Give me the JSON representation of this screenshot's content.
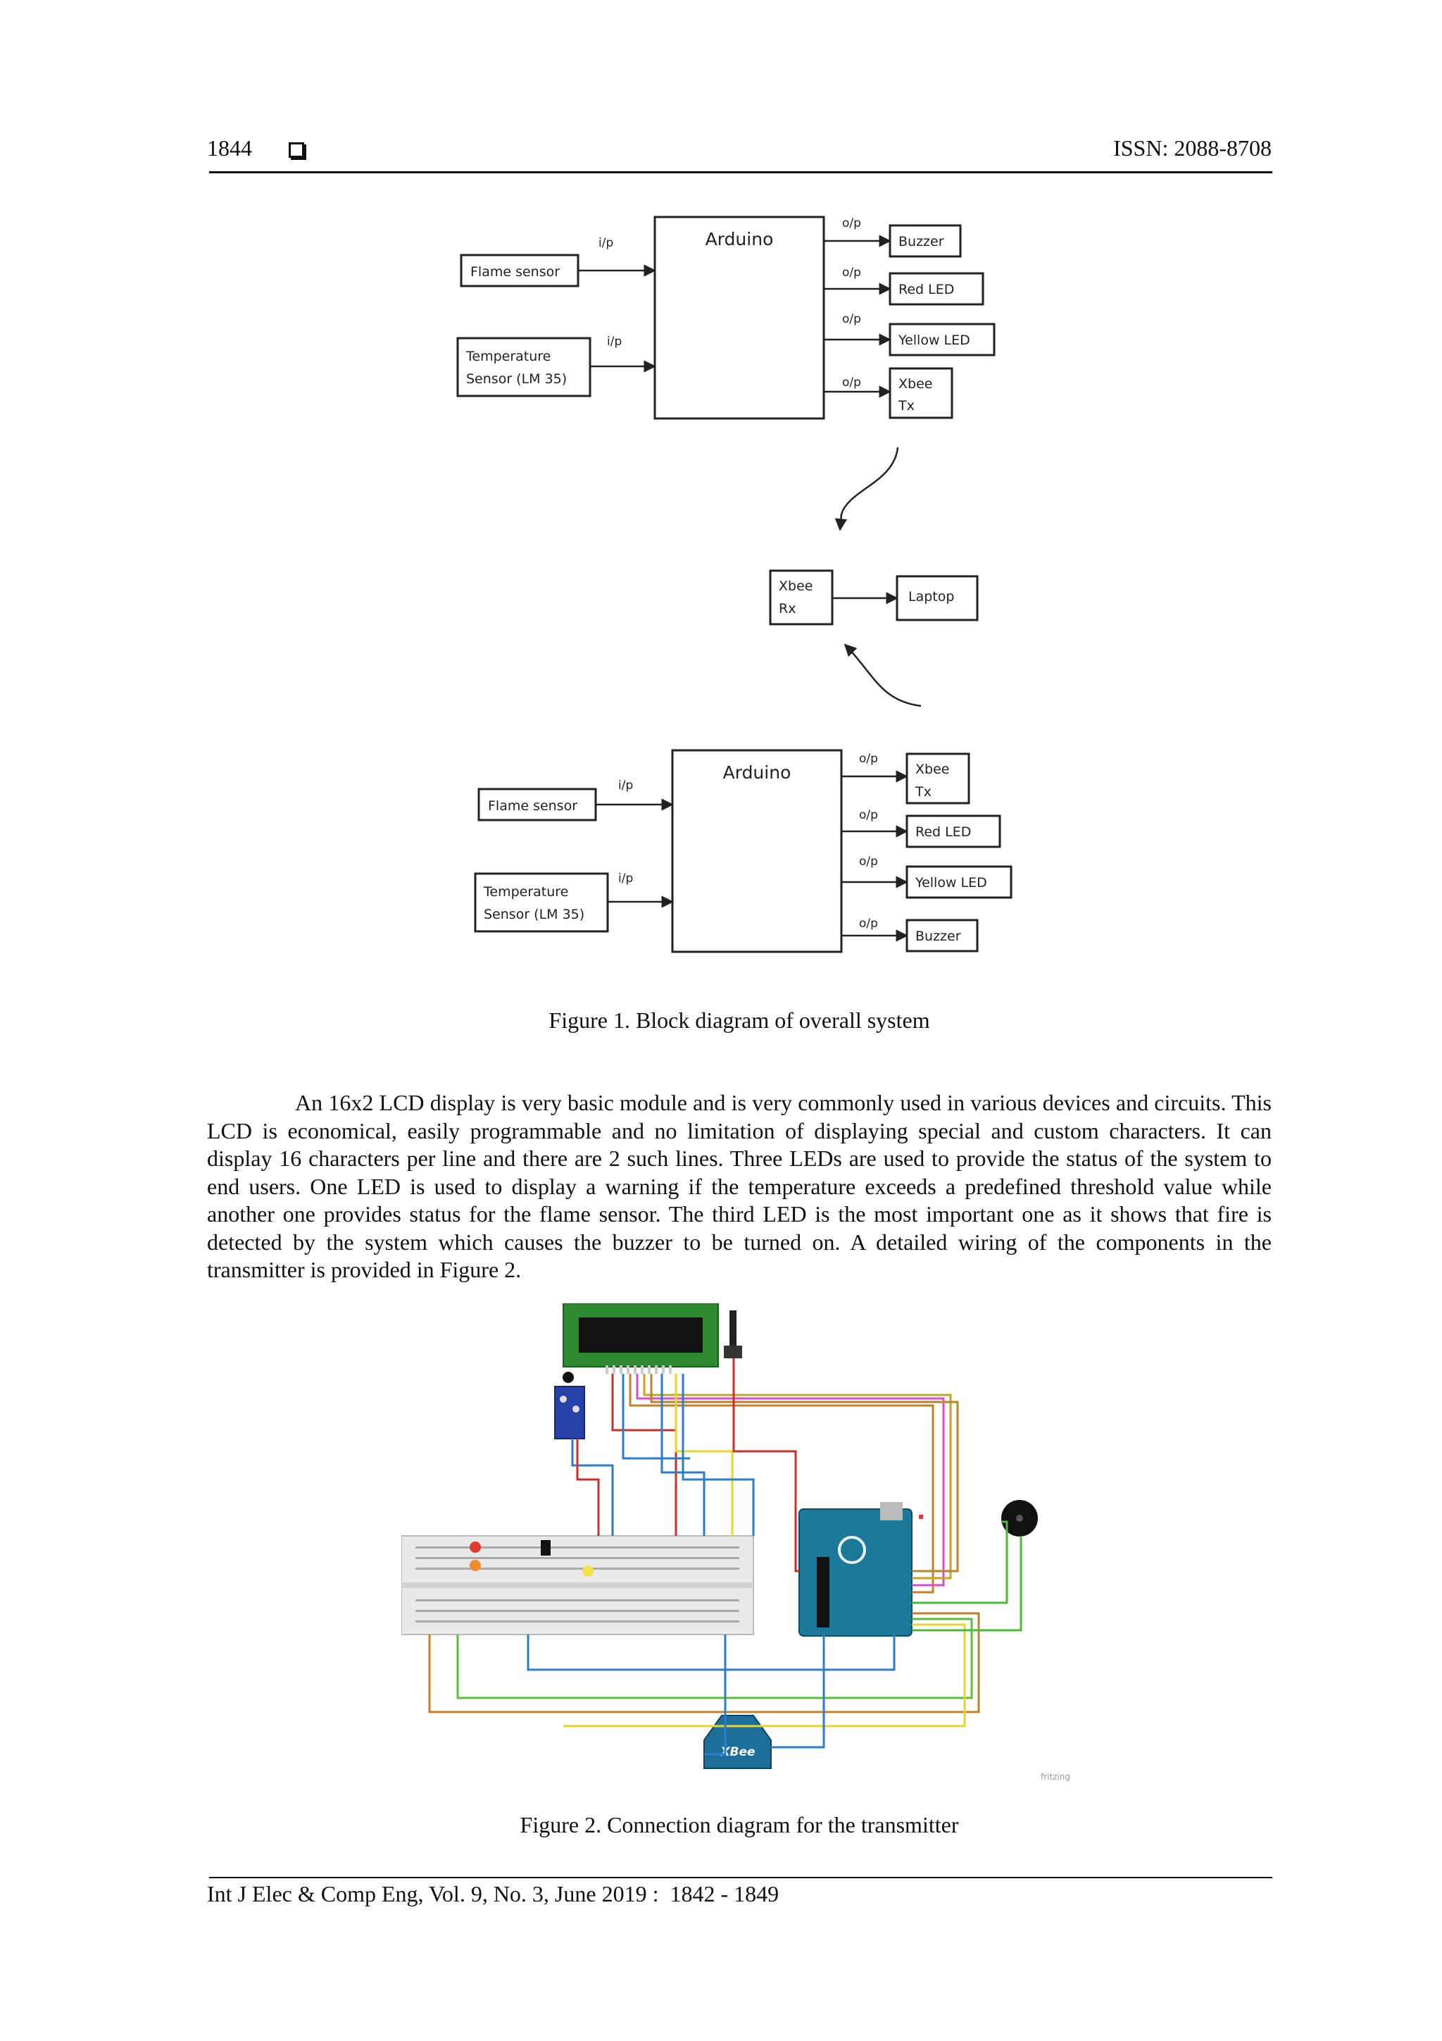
{
  "header": {
    "page_number": "1844",
    "issn": "ISSN: 2088-8708"
  },
  "figure1": {
    "caption": "Figure 1. Block diagram of overall system",
    "top": {
      "controller": "Arduino",
      "input_label": "i/p",
      "output_label": "o/p",
      "inputs": [
        "Flame sensor",
        "Temperature",
        "Sensor (LM 35)"
      ],
      "outputs": [
        "Buzzer",
        "Red LED",
        "Yellow LED",
        "Xbee",
        "Tx"
      ]
    },
    "middle": {
      "receiver": [
        "Xbee",
        "Rx"
      ],
      "sink": "Laptop"
    },
    "bottom": {
      "controller": "Arduino",
      "input_label": "i/p",
      "output_label": "o/p",
      "inputs": [
        "Flame sensor",
        "Temperature",
        "Sensor (LM 35)"
      ],
      "outputs": [
        "Xbee",
        "Tx",
        "Red LED",
        "Yellow LED",
        "Buzzer"
      ]
    }
  },
  "body_paragraph": "An 16x2 LCD display is very basic module and is very commonly used in various devices and circuits. This LCD is economical, easily programmable and no limitation of displaying special and custom characters. It can display 16 characters per line and there are 2 such lines. Three LEDs are used to provide the status of the system to end users. One LED is used to display a warning if the temperature exceeds a predefined threshold value while another one provides status for the flame sensor. The third LED is the most important one as it shows that fire is detected by the system which causes the buzzer to be turned on. A detailed wiring of the components in the transmitter is provided in Figure 2.",
  "figure2": {
    "caption": "Figure 2. Connection diagram for the transmitter",
    "xbee_label": "XBee",
    "watermark": "fritzing"
  },
  "footer": {
    "citation": "Int J Elec & Comp Eng, Vol. 9, No. 3, June 2019 :  1842 - 1849"
  }
}
